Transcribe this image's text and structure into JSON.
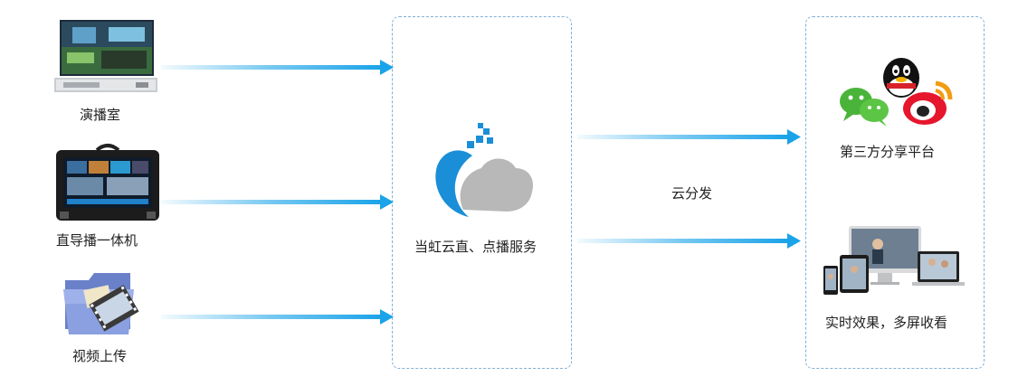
{
  "sources": [
    {
      "label": "演播室",
      "icon": "studio-server-icon"
    },
    {
      "label": "直导播一体机",
      "icon": "portable-director-console-icon"
    },
    {
      "label": "视频上传",
      "icon": "video-folder-icon"
    }
  ],
  "center": {
    "label": "当虹云直、点播服务",
    "icon": "cloud-logo-icon"
  },
  "distribution": {
    "label": "云分发"
  },
  "targets": [
    {
      "label": "第三方分享平台",
      "icon": "social-platforms-icon"
    },
    {
      "label": "实时效果，多屏收看",
      "icon": "multi-screen-devices-icon"
    }
  ],
  "colors": {
    "arrow": "#1aa3e8",
    "box_border": "#7fb0d8",
    "cloud_blue": "#1a8fd8",
    "cloud_gray": "#b8b8b8"
  }
}
